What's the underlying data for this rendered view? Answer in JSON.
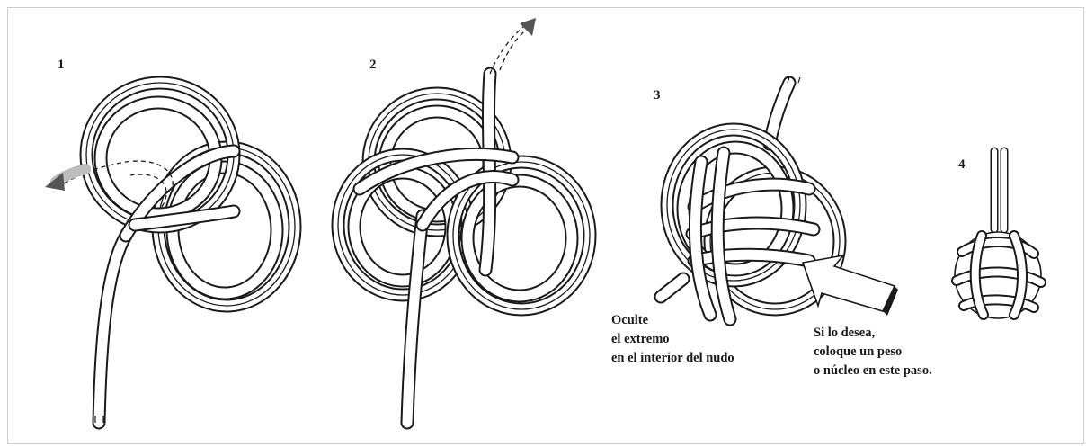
{
  "steps": {
    "s1": "1",
    "s2": "2",
    "s3": "3",
    "s4": "4"
  },
  "captions": {
    "hide_end": [
      "Oculte",
      "el extremo",
      "en el interior del nudo"
    ],
    "weight": [
      "Si lo desea,",
      "coloque un peso",
      "o núcleo en este paso."
    ]
  },
  "colors": {
    "ink": "#1a1a1a",
    "paper": "#ffffff",
    "arrow_fill": "#555555"
  }
}
